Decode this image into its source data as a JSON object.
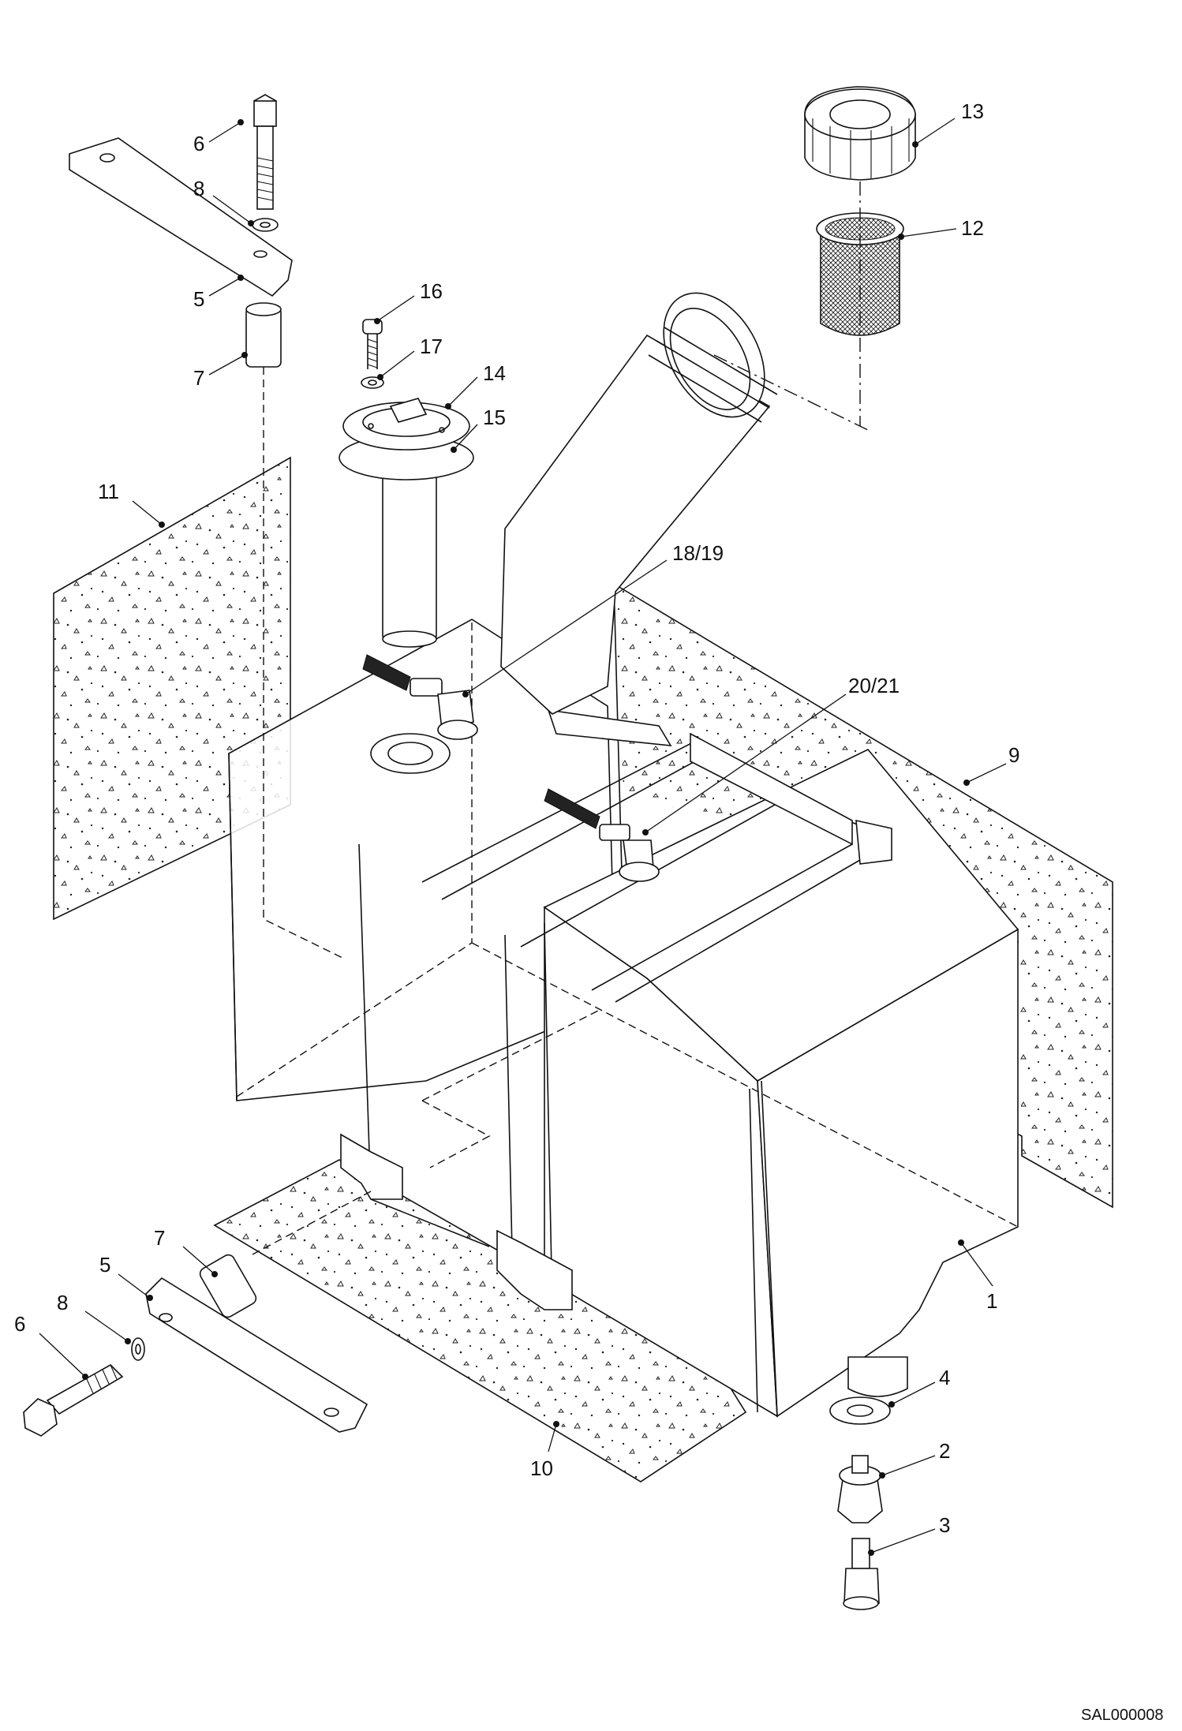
{
  "drawing": {
    "callouts": {
      "c1": "1",
      "c2": "2",
      "c3": "3",
      "c4": "4",
      "c5_top": "5",
      "c5_bottom": "5",
      "c6_top": "6",
      "c6_bottom": "6",
      "c7_top": "7",
      "c7_bottom": "7",
      "c8_top": "8",
      "c8_bottom": "8",
      "c9": "9",
      "c10": "10",
      "c11": "11",
      "c12": "12",
      "c13": "13",
      "c14": "14",
      "c15": "15",
      "c16": "16",
      "c17": "17",
      "c18_19": "18/19",
      "c20_21": "20/21"
    },
    "reference_code": "SAL000008"
  }
}
